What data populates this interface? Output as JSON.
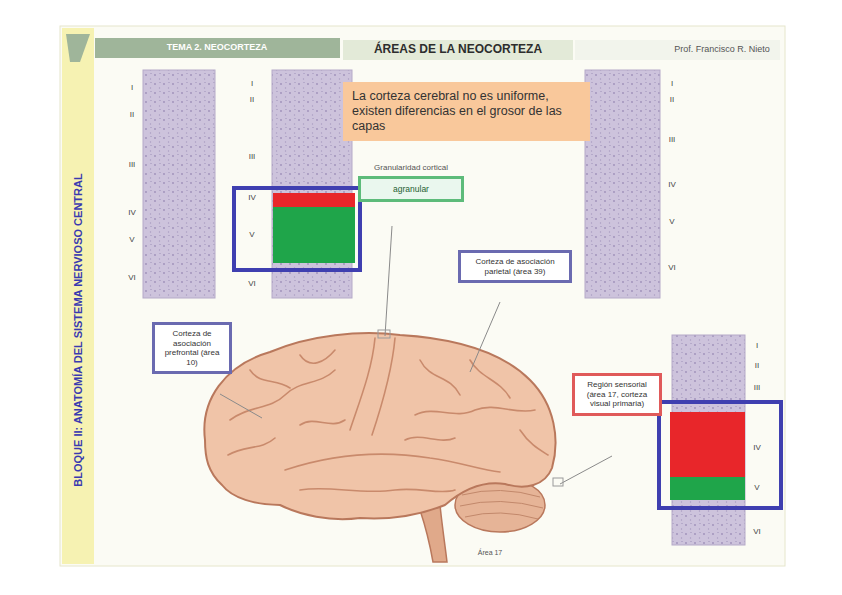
{
  "diagram": {
    "title": "ÁREAS DE LA NEOCORTEZA",
    "nodes": [
      {
        "text": [
          "La corteza cerebral no es uniforme, existen diferencias en el grosor de las capas"
        ]
      },
      {
        "text": [
          "Granularidad cortical",
          "agranular"
        ]
      },
      {
        "text": [
          "Corteza de asociación prefrontal (área 10)"
        ]
      },
      {
        "text": [
          "Corteza de asociación parietal (área 39)"
        ]
      },
      {
        "text": [
          "Región sensorial (área 17, corteza visual primaria)"
        ]
      }
    ],
    "labels": [
      "TEMA 2. NEOCORTEZA",
      "Prof. Francisco R. Nieto",
      "BLOQUE II: ANATOMÍA DEL SISTEMA NERVIOSO CENTRAL",
      "I",
      "II",
      "III",
      "IV",
      "V",
      "VI",
      "I",
      "II",
      "III",
      "IV",
      "V",
      "VI",
      "I",
      "II",
      "III",
      "IV",
      "V",
      "VI",
      "I",
      "II",
      "III",
      "IV",
      "V",
      "VI",
      "Área 17"
    ]
  }
}
